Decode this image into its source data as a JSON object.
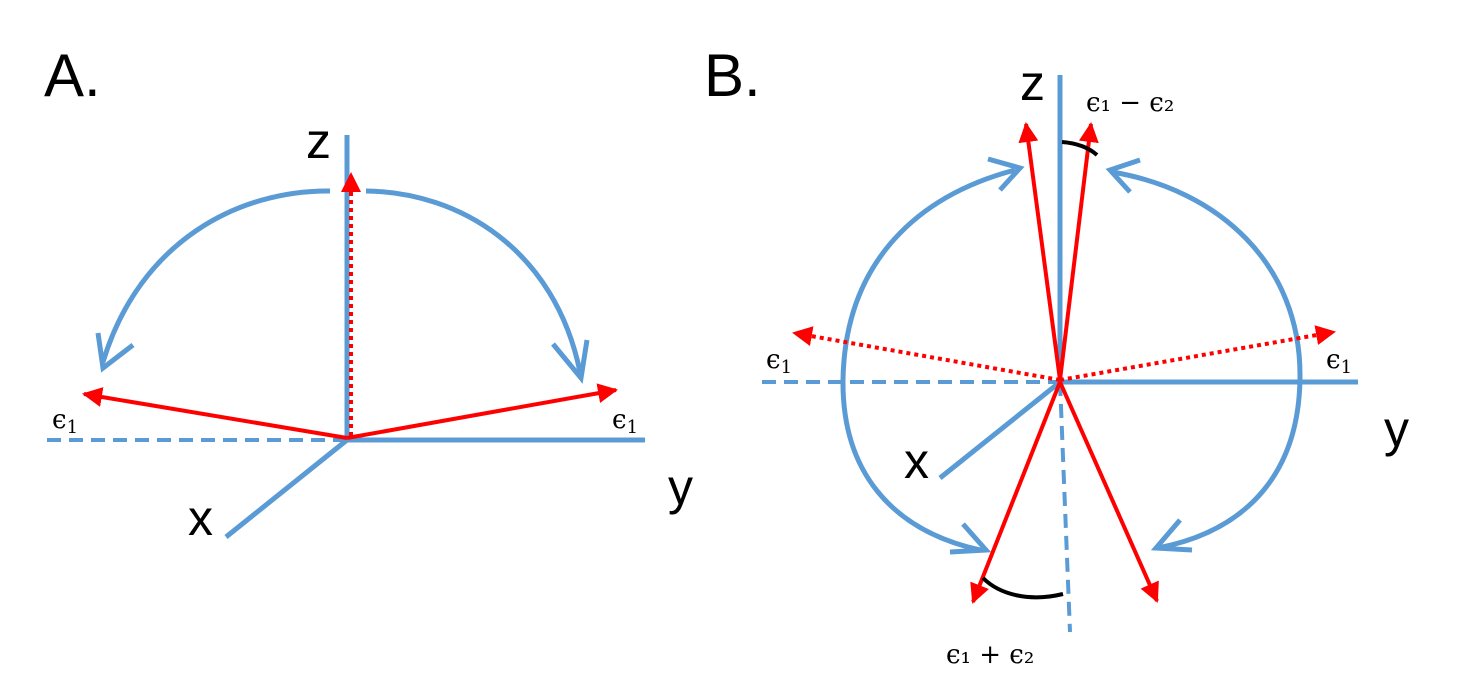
{
  "panels": {
    "a": {
      "label": "A.",
      "axes": {
        "z": "z",
        "y": "y",
        "x": "x"
      },
      "vector_labels": {
        "left": "ϵ",
        "left_sub": "1",
        "right": "ϵ",
        "right_sub": "1"
      }
    },
    "b": {
      "label": "B.",
      "axes": {
        "z": "z",
        "y": "y",
        "x": "x"
      },
      "vector_labels": {
        "left": "ϵ",
        "left_sub": "1",
        "right": "ϵ",
        "right_sub": "1",
        "top": "ϵ₁ − ϵ₂",
        "bottom": "ϵ₁ + ϵ₂"
      }
    }
  },
  "colors": {
    "axis": "#5b9bd5",
    "vector": "#ff0000",
    "angle": "#000000"
  }
}
